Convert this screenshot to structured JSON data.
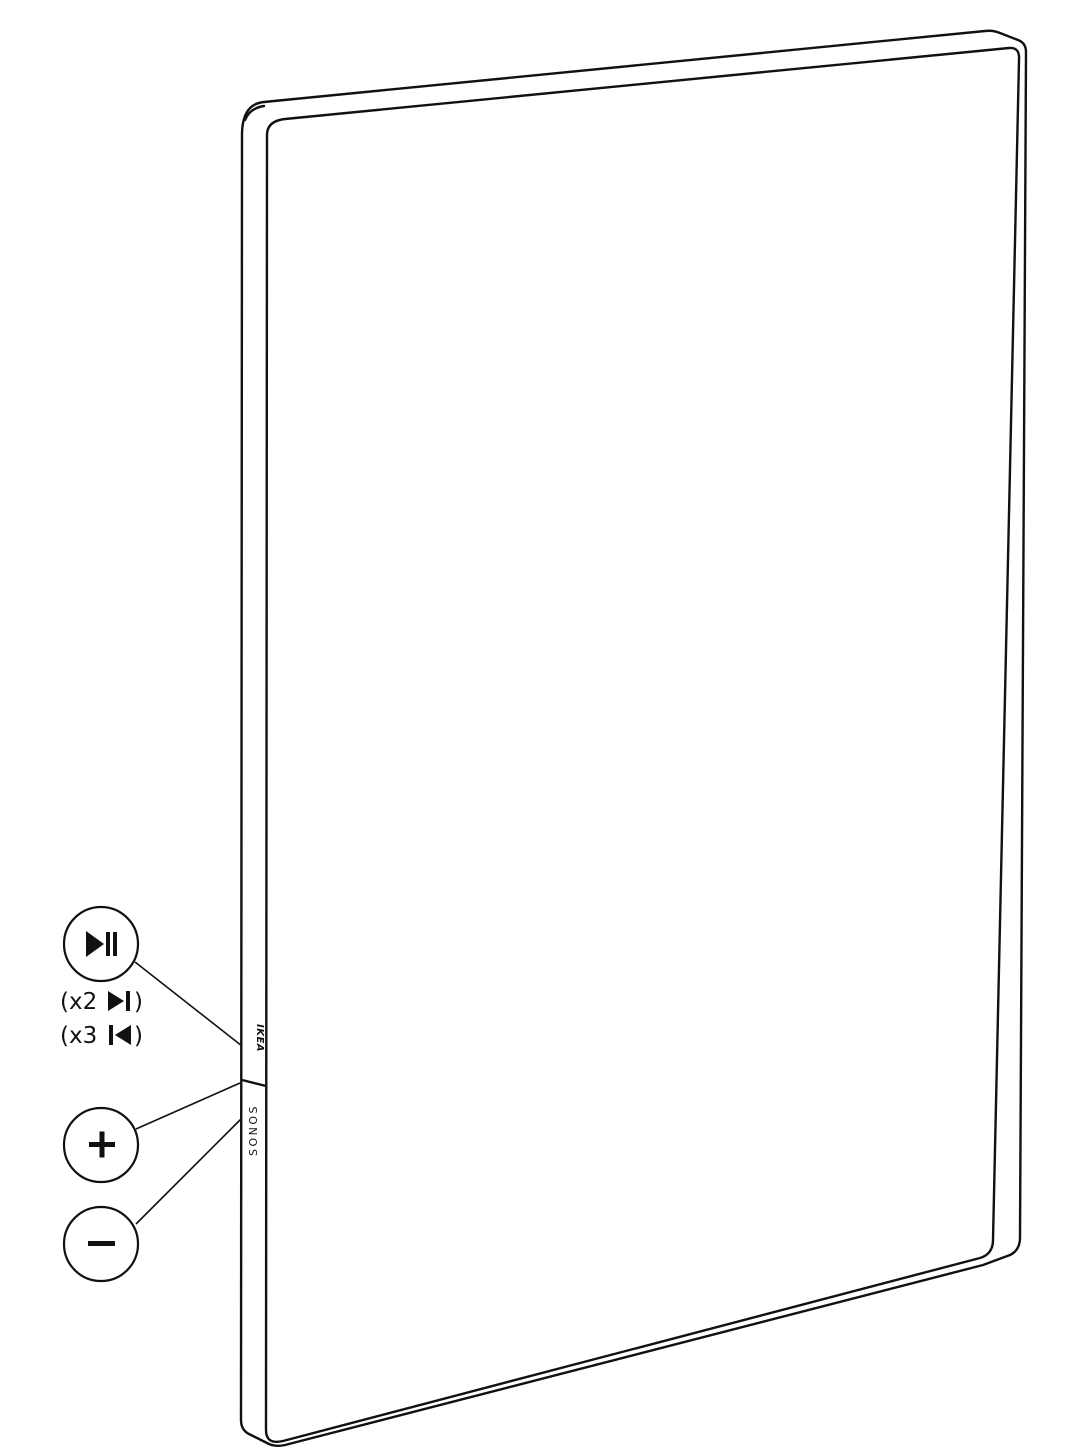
{
  "branding": {
    "ikea": "IKEA",
    "sonos": "SONOS"
  },
  "controls": {
    "play_pause": {
      "icon": "play-pause-icon",
      "notes": [
        {
          "prefix": "(x2",
          "icon": "next-track-icon",
          "suffix": ")"
        },
        {
          "prefix": "(x3",
          "icon": "previous-track-icon",
          "suffix": ")"
        }
      ]
    },
    "volume_up": {
      "icon": "plus-icon"
    },
    "volume_down": {
      "icon": "minus-icon"
    }
  },
  "colors": {
    "line": "#111111",
    "background": "#ffffff"
  }
}
